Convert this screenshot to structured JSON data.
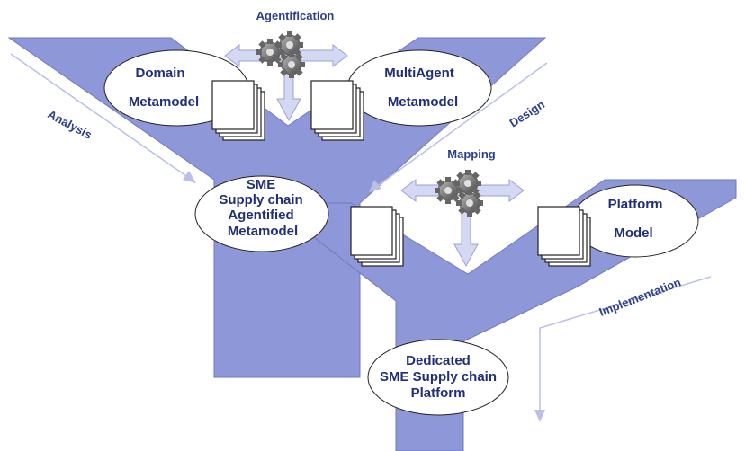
{
  "diagram": {
    "process_labels": {
      "agentification": "Agentification",
      "mapping": "Mapping",
      "analysis": "Analysis",
      "design": "Design",
      "implementation": "Implementation"
    },
    "nodes": {
      "domain": {
        "line1": "Domain",
        "line2": "Metamodel"
      },
      "multiagent": {
        "line1": "MultiAgent",
        "line2": "Metamodel"
      },
      "sme": {
        "line1": "SME",
        "line2": "Supply chain",
        "line3": "Agentified",
        "line4": "Metamodel"
      },
      "platform": {
        "line1": "Platform",
        "line2": "Model"
      },
      "dedicated": {
        "line1": "Dedicated",
        "line2": "SME Supply chain",
        "line3": "Platform"
      }
    },
    "colors": {
      "band": "#8e97d8",
      "band_edge": "#6f78c4",
      "ellipse_fill": "#ffffff",
      "text": "#1f2f7a",
      "arrow": "#c9cdee"
    }
  }
}
